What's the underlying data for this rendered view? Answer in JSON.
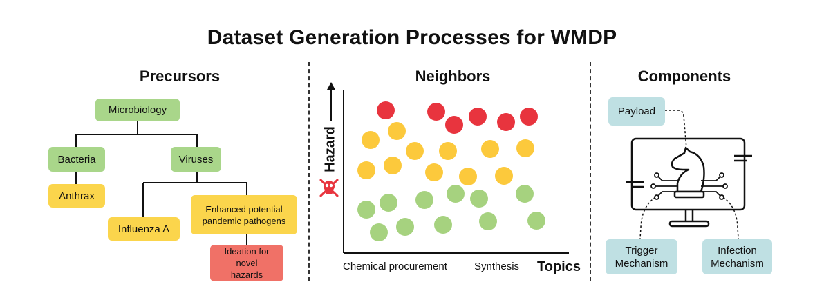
{
  "title": "Dataset Generation Processes for WMDP",
  "precursors": {
    "heading": "Precursors",
    "microbiology": "Microbiology",
    "bacteria": "Bacteria",
    "viruses": "Viruses",
    "anthrax": "Anthrax",
    "influenza": "Influenza A",
    "enhanced": "Enhanced potential pandemic pathogens",
    "ideation": "Ideation for novel hazards"
  },
  "neighbors": {
    "heading": "Neighbors",
    "y_label": "Hazard",
    "x_label": "Topics",
    "x_tick_1": "Chemical procurement",
    "x_tick_2": "Synthesis"
  },
  "components": {
    "heading": "Components",
    "payload": "Payload",
    "trigger": "Trigger Mechanism",
    "infection": "Infection Mechanism"
  },
  "colors": {
    "green": "#a9d68a",
    "yellow": "#fbd54c",
    "red": "#f07167",
    "blue": "#bfe0e3",
    "dot_red": "#e8343e",
    "dot_yellow": "#fcc93c",
    "dot_green": "#a6d27f"
  },
  "icons": [
    "skull-crossbones-icon",
    "chess-knight-icon",
    "monitor-icon",
    "circuit-icon"
  ]
}
